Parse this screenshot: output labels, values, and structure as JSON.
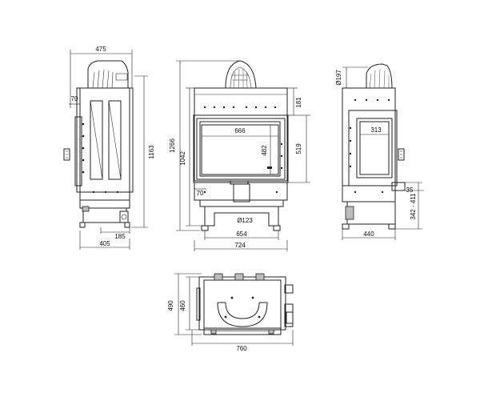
{
  "dimensions": {
    "side_left": {
      "depth_top": "475",
      "offset_top": "70",
      "height_total": "1163",
      "foot_spacing": "185",
      "depth_bottom": "405"
    },
    "front": {
      "height_total": "1266",
      "height_frame": "1042",
      "top_offset": "181",
      "glass_width": "666",
      "glass_height": "482",
      "frame_height": "519",
      "left_offset": "70",
      "flue_diameter": "Ø123",
      "base_width": "654",
      "overall_width": "724"
    },
    "side_right": {
      "flue_diameter": "Ø197",
      "glass_width": "313",
      "offset": "35",
      "height_range": "342 - 411",
      "depth": "440"
    },
    "top_view": {
      "depth_total": "490",
      "depth_inner": "460",
      "width": "760"
    }
  }
}
